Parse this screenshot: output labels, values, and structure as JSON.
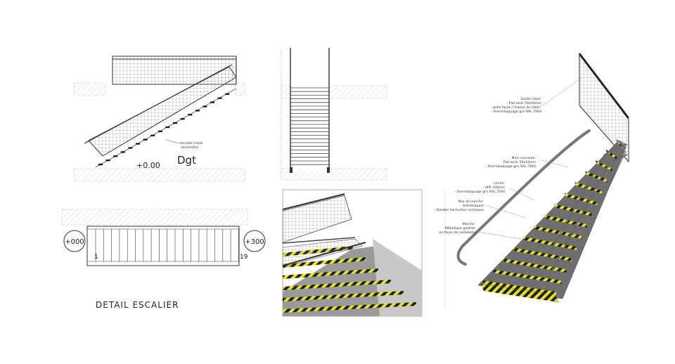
{
  "section": {
    "stair_note_line1": "escalier mixte",
    "stair_note_line2": "bois/métal",
    "level_label": "+0.00",
    "direction_label": "Dgt"
  },
  "plan": {
    "left_level": "+000",
    "right_level": "+300",
    "first_step": "1",
    "last_step": "19",
    "title": "DETAIL ESCALIER"
  },
  "annotations": {
    "guardrail": [
      "Garde corps:",
      "- Plat acier 50x10mm",
      "- grille façon \"chassis de câble\"",
      "- thermolaquage gris RAL 7044"
    ],
    "handrail": [
      "Main courante:",
      "Plat acier 50x10mm",
      "- thermolaquage gris RAL 7044"
    ],
    "stringer": [
      "Limon:",
      "- UPE 300mm",
      "- thermolaquage gris RAL 7044"
    ],
    "nosing": [
      "Nez de marche:",
      "- Antidérapant",
      "- Bandes hachurées noir/jaune"
    ],
    "tread": [
      "Marche:",
      "- Métallique gaufrée",
      "ou façon de caillebotis"
    ]
  },
  "colors": {
    "line": "#333333",
    "tread": "#7a7a7a",
    "stripe_yellow": "#e8e21a",
    "stripe_black": "#1e1e1e",
    "hatch": "#cccccc"
  }
}
